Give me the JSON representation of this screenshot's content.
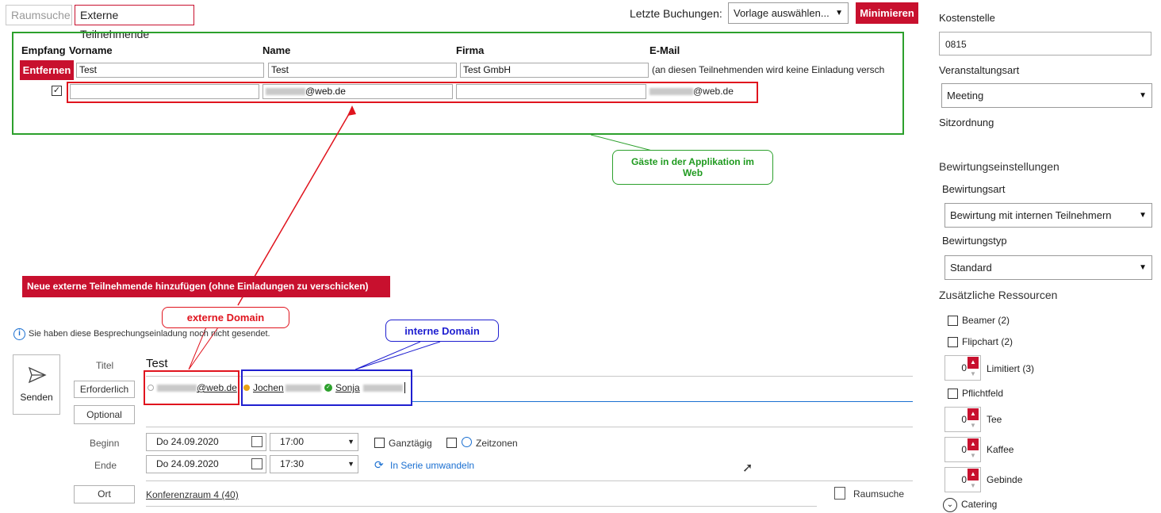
{
  "tabs": {
    "room_search": "Raumsuche",
    "external": "Externe Teilnehmende"
  },
  "top": {
    "recent_label": "Letzte Buchungen:",
    "template_select": "Vorlage auswählen...",
    "minimize": "Minimieren"
  },
  "guests": {
    "headers": {
      "empfang": "Empfang",
      "vorname": "Vorname",
      "name": "Name",
      "firma": "Firma",
      "email": "E-Mail"
    },
    "remove_button": "Entfernen",
    "row1": {
      "vorname": "Test",
      "name": "Test",
      "firma": "Test GmbH",
      "email_note": "(an diesen Teilnehmenden wird keine Einladung versch"
    },
    "row2": {
      "name_suffix": "@web.de",
      "email_suffix": "@web.de",
      "checked": true
    }
  },
  "callouts": {
    "guests_web": "Gäste in der Applikation im Web",
    "add_external": "Neue externe Teilnehmende hinzufügen (ohne Einladungen zu verschicken)",
    "external_domain": "externe Domain",
    "internal_domain": "interne Domain"
  },
  "info": {
    "message": "Sie haben diese Besprechungseinladung noch nicht gesendet."
  },
  "form": {
    "send": "Senden",
    "title_label": "Titel",
    "title_value": "Test",
    "required_btn": "Erforderlich",
    "optional_btn": "Optional",
    "attendees": {
      "external": "@web.de",
      "internal1": "Jochen",
      "internal2": "Sonja"
    },
    "start_label": "Beginn",
    "end_label": "Ende",
    "start_date": "Do 24.09.2020",
    "start_time": "17:00",
    "end_date": "Do 24.09.2020",
    "end_time": "17:30",
    "allday": "Ganztägig",
    "timezones": "Zeitzonen",
    "series": "In Serie umwandeln",
    "location_btn": "Ort",
    "location_value": "Konferenzraum 4 (40)",
    "room_search": "Raumsuche"
  },
  "right": {
    "cost_center_label": "Kostenstelle",
    "cost_center_value": "0815",
    "event_type_label": "Veranstaltungsart",
    "event_type_value": "Meeting",
    "seating_label": "Sitzordnung",
    "catering_section": "Bewirtungseinstellungen",
    "catering_type_label": "Bewirtungsart",
    "catering_type_value": "Bewirtung mit internen Teilnehmern",
    "catering_kind_label": "Bewirtungstyp",
    "catering_kind_value": "Standard",
    "resources_section": "Zusätzliche Ressourcen",
    "beamer": "Beamer (2)",
    "flipchart": "Flipchart (2)",
    "limited_value": "0",
    "limited": "Limitiert (3)",
    "required_field": "Pflichtfeld",
    "tea_value": "0",
    "tea": "Tee",
    "coffee_value": "0",
    "coffee": "Kaffee",
    "pastry_value": "0",
    "pastry": "Gebinde",
    "catering": "Catering"
  }
}
